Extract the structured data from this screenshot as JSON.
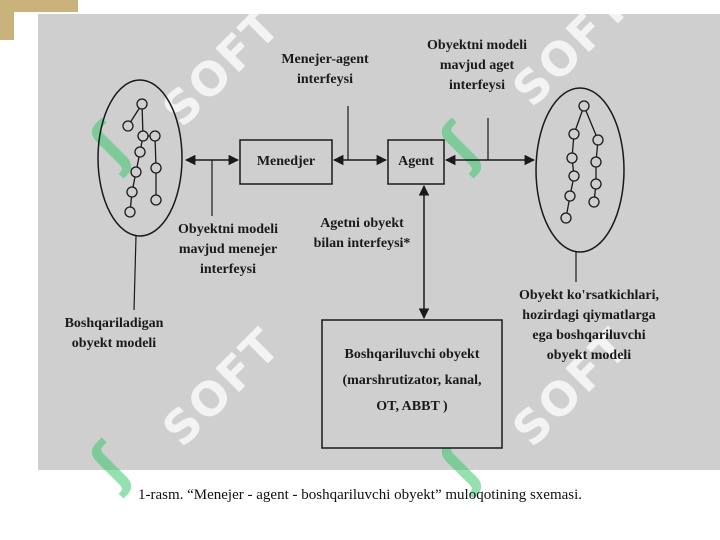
{
  "labels": {
    "menejer_agent_interfeysi": "Menejer-agent\ninterfeysi",
    "obyekt_agent_interfeysi": "Obyektni modeli\nmavjud aget\ninterfeysi",
    "obyekt_menejer_interfeysi": "Obyektni modeli\nmavjud menejer\ninterfeysi",
    "agent_obyekt_interfeysi": "Agetni   obyekt\nbilan interfeysi*",
    "boshqariladigan_model": "Boshqariladigan\nobyekt modeli",
    "agent_model": "Obyekt ko'rsatkichlari,\nhozirdagi qiymatlarga\nega boshqariluvchi\nobyekt modeli"
  },
  "boxes": {
    "menejer": "Menedjer",
    "agent": "Agent",
    "obyekt": "Boshqariluvchi obyekt\n(marshrutizator, kanal,\nOT, ABBT )"
  },
  "caption": "1-rasm. “Menejer - agent - boshqariluvchi obyekt” muloqotining sxemasi.",
  "watermark": "SOFT",
  "colors": {
    "panel": "#cfcfcf",
    "line": "#1a1a1a",
    "accent": "#c9b37a"
  }
}
